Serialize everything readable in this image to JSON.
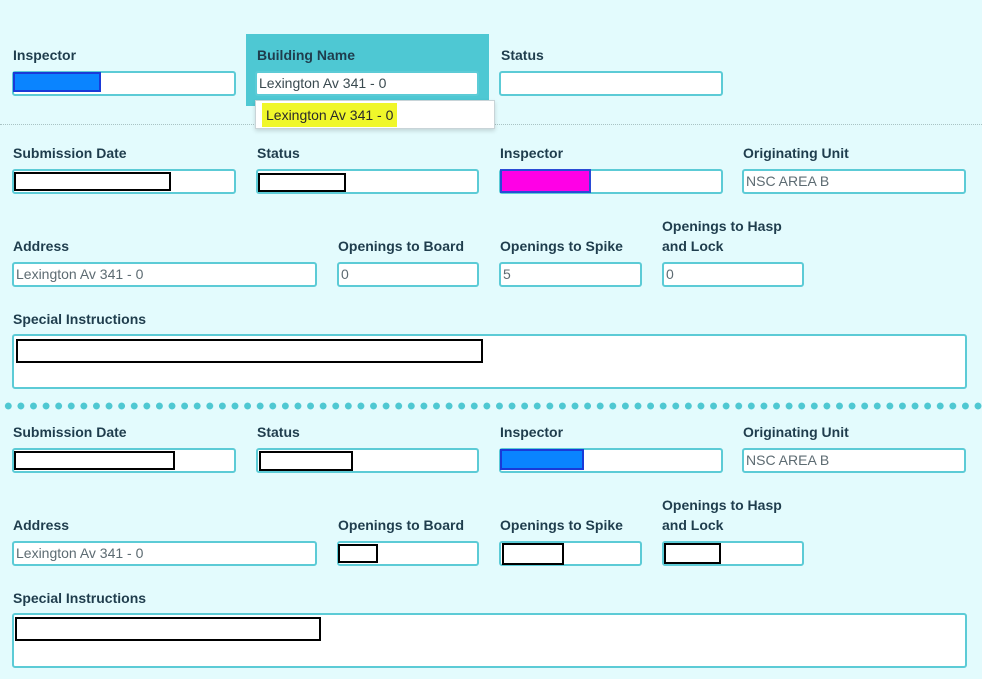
{
  "filter": {
    "inspector_label": "Inspector",
    "building_name_label": "Building Name",
    "building_name_value": "Lexington Av 341 - 0",
    "status_label": "Status",
    "status_value": "",
    "suggestion": "Lexington Av 341 - 0"
  },
  "records": [
    {
      "submission_date_label": "Submission Date",
      "status_label": "Status",
      "inspector_label": "Inspector",
      "originating_unit_label": "Originating Unit",
      "originating_unit_value": "NSC AREA B",
      "address_label": "Address",
      "address_value": "Lexington Av 341 - 0",
      "openings_board_label": "Openings to Board",
      "openings_board_value": "0",
      "openings_spike_label": "Openings to Spike",
      "openings_spike_value": "5",
      "openings_hasp_label_1": "Openings to Hasp",
      "openings_hasp_label_2": "and Lock",
      "openings_hasp_value": "0",
      "special_instructions_label": "Special Instructions"
    },
    {
      "submission_date_label": "Submission Date",
      "status_label": "Status",
      "inspector_label": "Inspector",
      "originating_unit_label": "Originating Unit",
      "originating_unit_value": "NSC AREA B",
      "address_label": "Address",
      "address_value": "Lexington Av 341 - 0",
      "openings_board_label": "Openings to Board",
      "openings_board_value": "",
      "openings_spike_label": "Openings to Spike",
      "openings_spike_value": "",
      "openings_hasp_label_1": "Openings to Hasp",
      "openings_hasp_label_2": "and Lock",
      "openings_hasp_value": "",
      "special_instructions_label": "Special Instructions"
    }
  ],
  "colors": {
    "background": "#e3fbfd",
    "field_border": "#5ccbd6",
    "active_panel": "#4ec8d3",
    "suggestion_highlight": "#f0f72a",
    "inspector_blue": "#0a84ff",
    "inspector_magenta": "#ff00e6"
  }
}
